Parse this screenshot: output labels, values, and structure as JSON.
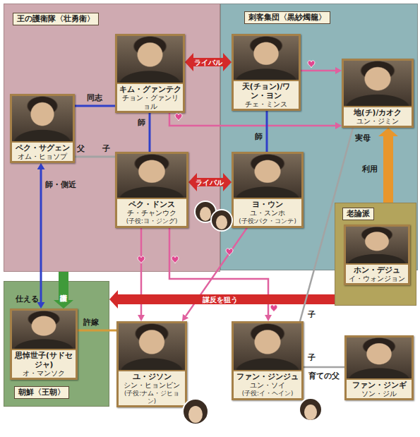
{
  "diagram": {
    "nodes": [
      {
        "text": [
          "王の護衛隊〈壮勇衛〉"
        ]
      },
      {
        "text": [
          "キム・グァンテク",
          "チョン・グァンリョル"
        ],
        "in": 0
      },
      {
        "text": [
          "ペク・サグェン",
          "オム・ヒョソプ"
        ],
        "in": 0
      },
      {
        "text": [
          "ペク・ドンス",
          "チ・チャンウク",
          "(子役:ヨ・ジング)"
        ],
        "in": 0
      },
      {
        "text": [
          "刺客集団〈黒紗燭籠〉"
        ]
      },
      {
        "text": [
          "天(チョン)/ワン・ヨン",
          "チェ・ミンス"
        ],
        "in": 4
      },
      {
        "text": [
          "地(チ)/カオク",
          "ユン・ジミン"
        ],
        "in": 4
      },
      {
        "text": [
          "ヨ・ウン",
          "ユ・スンホ",
          "(子役:パク・コンテ)"
        ],
        "in": 4
      },
      {
        "text": [
          "老論派"
        ]
      },
      {
        "text": [
          "ホン・デジュ",
          "イ・ウォンジョン"
        ],
        "in": 8
      },
      {
        "text": [
          "朝鮮〈王朝〉"
        ]
      },
      {
        "text": [
          "思悼世子(サドセジャ)",
          "オ・マンソク"
        ],
        "in": 10
      },
      {
        "text": [
          "ユ・ジソン",
          "シン・ヒョンビン",
          "(子役:ナム・ジヒョン)"
        ]
      },
      {
        "text": [
          "ファン・ジンジュ",
          "ユン・ソイ",
          "(子役:イ・ヘイン)"
        ]
      },
      {
        "text": [
          "ファン・ジンギ",
          "ソン・ジル"
        ]
      }
    ],
    "edges": [
      {
        "from": 1,
        "to": 5,
        "arrow": "both",
        "label": "ライバル"
      },
      {
        "from": 2,
        "to": 1,
        "arrow": "none",
        "label": "同志"
      },
      {
        "from": 1,
        "to": 3,
        "arrow": "none",
        "label": "師"
      },
      {
        "from": 2,
        "to": 3,
        "arrow": "none",
        "label": "父"
      },
      {
        "from": 5,
        "to": 6,
        "arrow": "to"
      },
      {
        "from": 1,
        "to": 6,
        "arrow": "to"
      },
      {
        "from": 5,
        "to": 7,
        "arrow": "none",
        "label": "師"
      },
      {
        "from": 3,
        "to": 7,
        "arrow": "both",
        "label": "ライバル"
      },
      {
        "from": 3,
        "to": 12,
        "arrow": "to"
      },
      {
        "from": 3,
        "to": 13,
        "arrow": "to"
      },
      {
        "from": 7,
        "to": 12,
        "arrow": "to"
      },
      {
        "from": 2,
        "to": 11,
        "arrow": "both",
        "label": "師・側近"
      },
      {
        "from": 0,
        "to": 11,
        "arrow": "to",
        "label": "護衛"
      },
      {
        "from": 8,
        "to": 10,
        "arrow": "to",
        "label": "謀反を狙う"
      },
      {
        "from": 8,
        "to": 6,
        "arrow": "to",
        "label": "利用"
      },
      {
        "from": 6,
        "to": 13,
        "arrow": "none",
        "label": "実母"
      },
      {
        "from": 11,
        "to": 12,
        "arrow": "none",
        "label": "許嫁"
      },
      {
        "from": 14,
        "to": 13,
        "arrow": "none",
        "label": "育ての父"
      }
    ],
    "labels": [
      "子",
      "仕える",
      "子",
      "子"
    ]
  }
}
